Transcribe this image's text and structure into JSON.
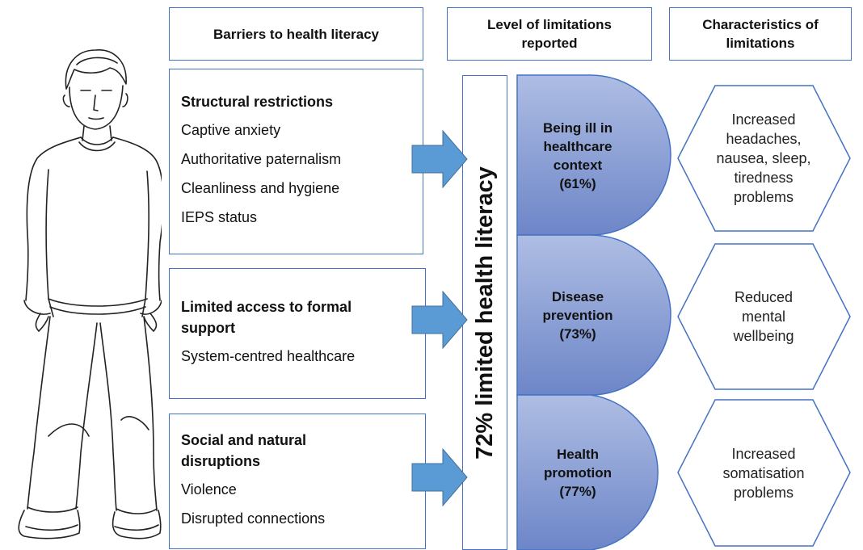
{
  "headers": {
    "barriers": "Barriers to health literacy",
    "levels": "Level of limitations reported",
    "characteristics": "Characteristics of limitations"
  },
  "barriers": [
    {
      "title": "Structural restrictions",
      "items": [
        "Captive anxiety",
        "Authoritative paternalism",
        "Cleanliness and hygiene",
        "IEPS status"
      ]
    },
    {
      "title": "Limited access to formal support",
      "items": [
        "System-centred healthcare"
      ]
    },
    {
      "title": "Social and natural disruptions",
      "items": [
        "Violence",
        "Disrupted connections"
      ]
    }
  ],
  "overall": "72% limited health literacy",
  "levels": [
    {
      "label": "Being ill in healthcare context",
      "pct": "(61%)"
    },
    {
      "label": "Disease prevention",
      "pct": "(73%)"
    },
    {
      "label": "Health promotion",
      "pct": "(77%)"
    }
  ],
  "characteristics": [
    {
      "text": "Increased headaches, nausea, sleep, tiredness problems"
    },
    {
      "text": "Reduced mental wellbeing"
    },
    {
      "text": "Increased somatisation problems"
    }
  ],
  "colors": {
    "border": "#4472c4",
    "arrow": "#5b9bd5",
    "gradient_top": "#aebde3",
    "gradient_bottom": "#6d86c8"
  },
  "figure": {
    "icon": "person-illustration-icon"
  }
}
